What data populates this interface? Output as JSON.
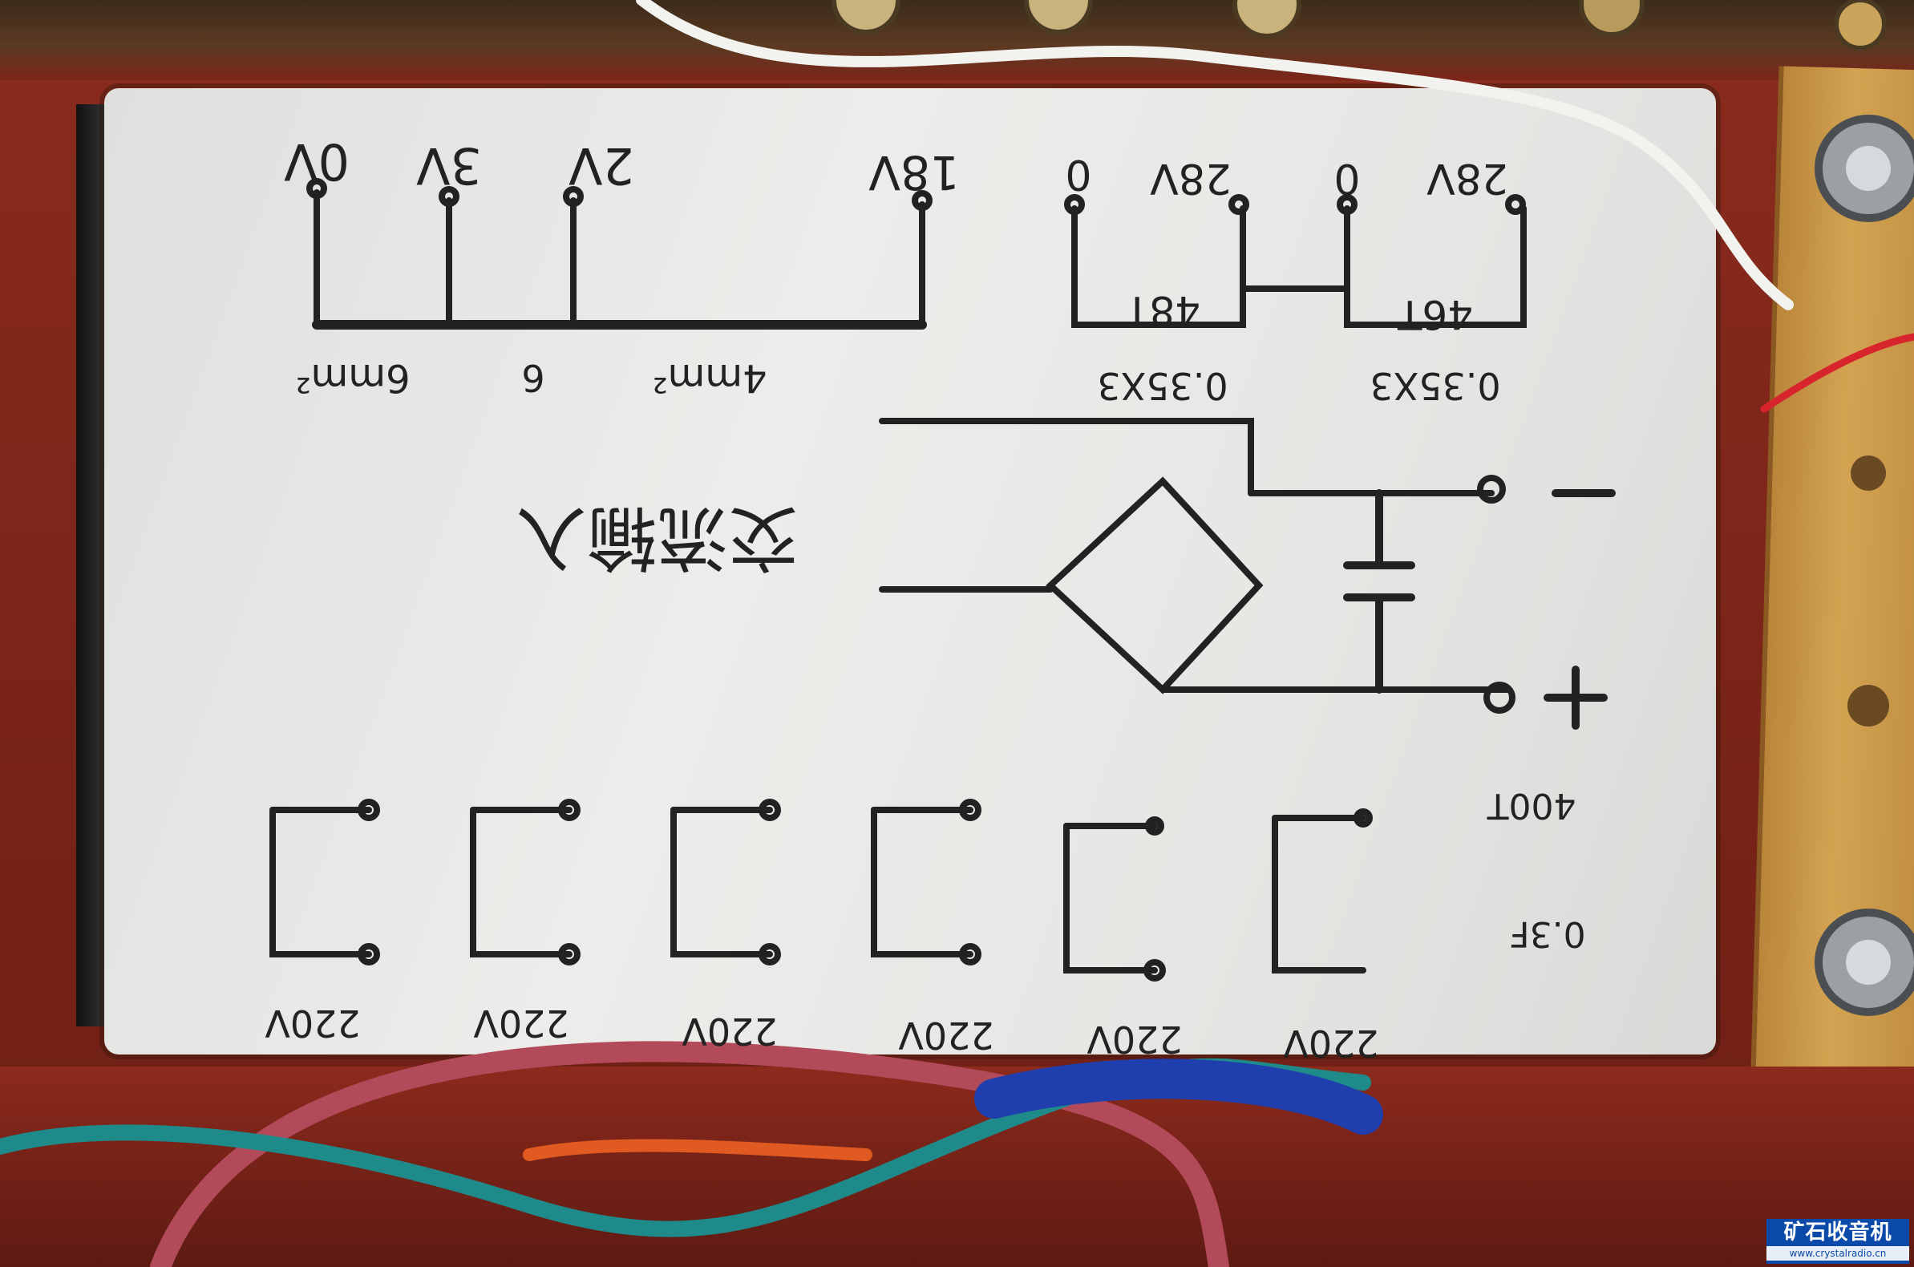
{
  "photo": {
    "subject": "",
    "colors": {
      "panel": "#7a2418",
      "card": "#e6e7e4",
      "ink": "#1e1e1e"
    }
  },
  "card_labels": {
    "dc_taps": [
      "0V",
      "3V",
      "2V",
      "18V"
    ],
    "wire_size": [
      "6mm²",
      "6",
      "4mm²"
    ],
    "winding_a": {
      "left": "0",
      "right": "28V",
      "turns": "48T",
      "wire": "0.35X3"
    },
    "winding_b": {
      "left": "0",
      "right": "28V",
      "turns": "46T",
      "wire": "0.35X3"
    },
    "ac_input": "交流输入",
    "plus": "+",
    "minus": "-",
    "primary_specs": [
      "0.3F",
      "400T"
    ],
    "ac_220": [
      "220V",
      "220V",
      "220V",
      "220V",
      "220V",
      "220V"
    ]
  },
  "watermark": {
    "text": "矿石收音机",
    "url": "www.crystalradio.cn"
  }
}
